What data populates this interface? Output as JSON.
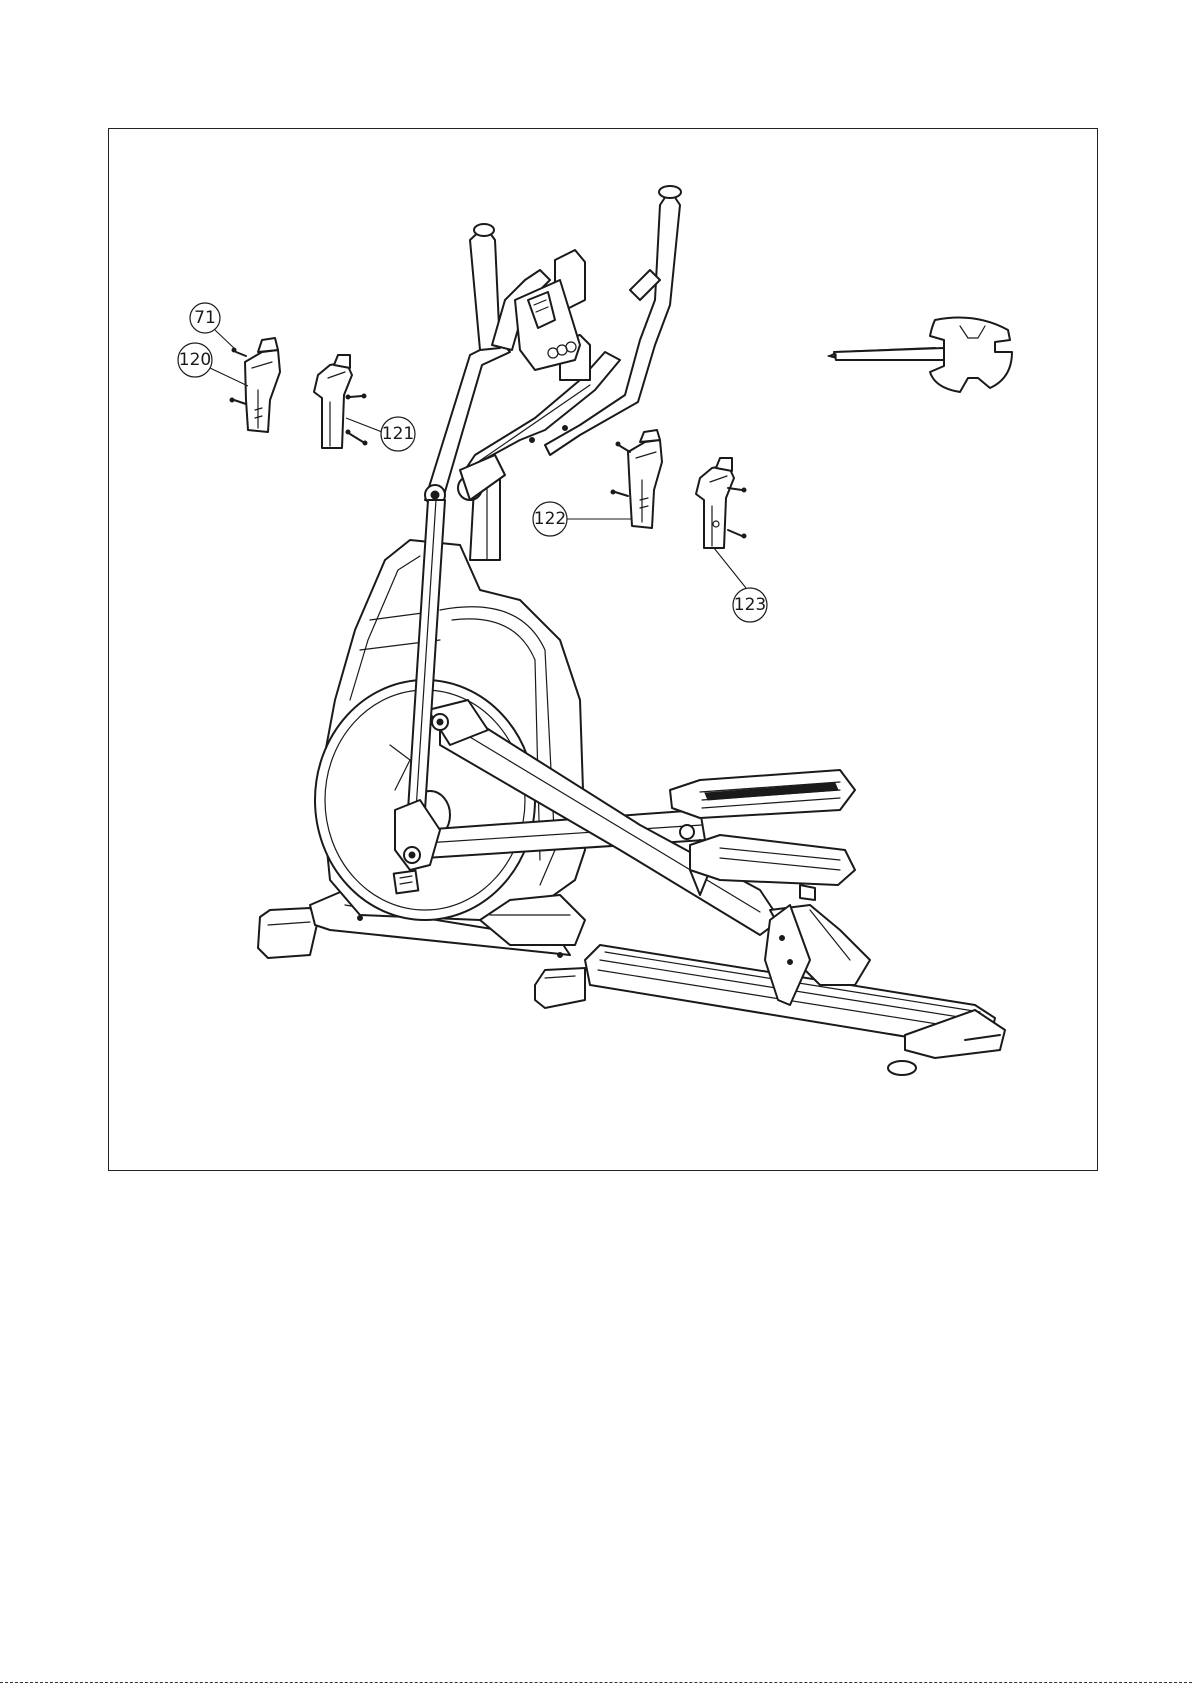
{
  "diagram": {
    "callouts": [
      {
        "id": "c71",
        "label": "71"
      },
      {
        "id": "c120",
        "label": "120"
      },
      {
        "id": "c121",
        "label": "121"
      },
      {
        "id": "c122",
        "label": "122"
      },
      {
        "id": "c123",
        "label": "123"
      }
    ]
  }
}
